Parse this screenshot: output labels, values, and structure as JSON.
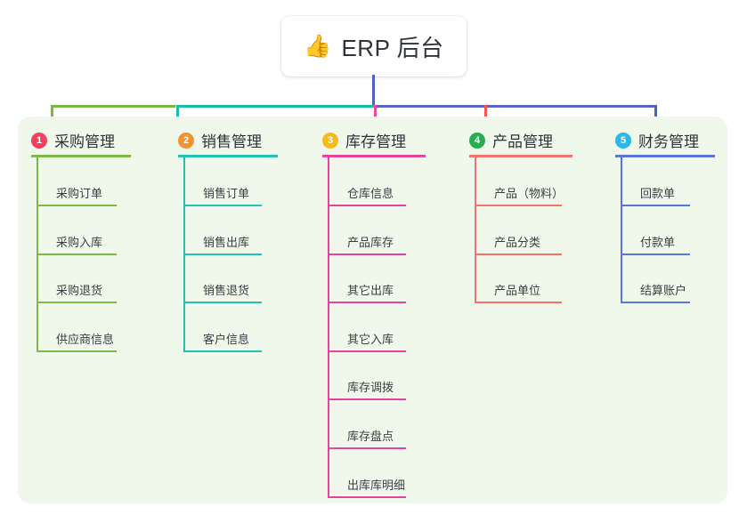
{
  "root": {
    "icon": "thumbs-up-icon",
    "emoji": "👍",
    "title": "ERP 后台"
  },
  "palette": {
    "page_bg": "#ffffff",
    "panel_bg": "#eff8ea",
    "card_bg": "#ffffff",
    "text": "#2f3338",
    "stem_blue": "#5063c4",
    "bus_left_green": "#78b83c",
    "bus_mid_teal": "#16bfa6",
    "bus_right_blue": "#5b63c9"
  },
  "columns": [
    {
      "index": "1",
      "title": "采购管理",
      "badge_color": "#f0415f",
      "line_color": "#7cb84a",
      "drop_color": "#78b83c",
      "items": [
        {
          "label": "采购订单"
        },
        {
          "label": "采购入库"
        },
        {
          "label": "采购退货"
        },
        {
          "label": "供应商信息"
        }
      ]
    },
    {
      "index": "2",
      "title": "销售管理",
      "badge_color": "#f5922e",
      "line_color": "#22c4b0",
      "drop_color": "#16bfa6",
      "items": [
        {
          "label": "销售订单"
        },
        {
          "label": "销售出库"
        },
        {
          "label": "销售退货"
        },
        {
          "label": "客户信息"
        }
      ]
    },
    {
      "index": "3",
      "title": "库存管理",
      "badge_color": "#f5bb1d",
      "line_color": "#e8449b",
      "drop_color": "#ec4a9e",
      "items": [
        {
          "label": "仓库信息"
        },
        {
          "label": "产品库存"
        },
        {
          "label": "其它出库"
        },
        {
          "label": "其它入库"
        },
        {
          "label": "库存调拨"
        },
        {
          "label": "库存盘点"
        },
        {
          "label": "出库库明细"
        }
      ]
    },
    {
      "index": "4",
      "title": "产品管理",
      "badge_color": "#27ae4f",
      "line_color": "#f4736e",
      "drop_color": "#f4544f",
      "items": [
        {
          "label": "产品（物料）"
        },
        {
          "label": "产品分类"
        },
        {
          "label": "产品单位"
        }
      ]
    },
    {
      "index": "5",
      "title": "财务管理",
      "badge_color": "#2ab8e8",
      "line_color": "#5b76d6",
      "drop_color": "#4a5fd0",
      "items": [
        {
          "label": "回款单"
        },
        {
          "label": "付款单"
        },
        {
          "label": "结算账户"
        }
      ]
    }
  ]
}
